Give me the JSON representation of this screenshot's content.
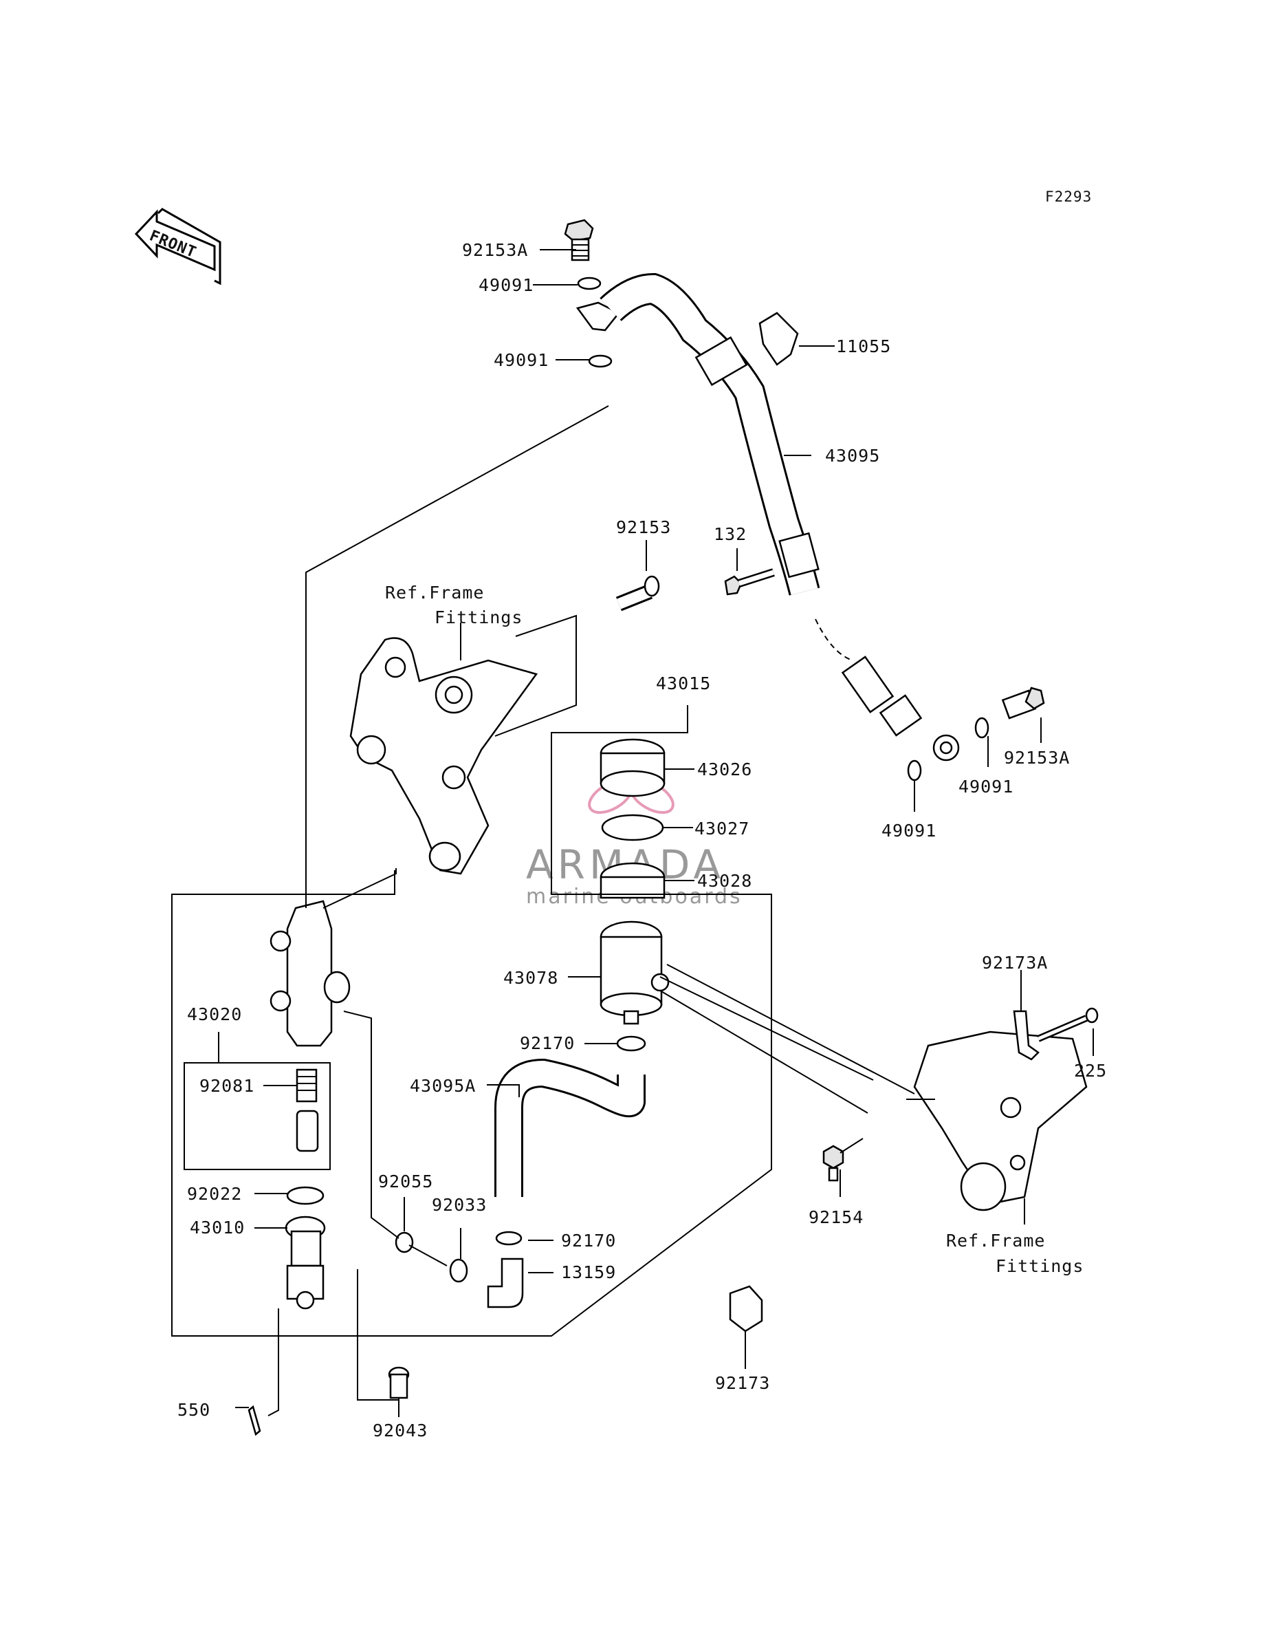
{
  "diagram_code": "F2293",
  "front_label": "FRONT",
  "watermark": {
    "brand": "ARMADA",
    "tagline": "marine outboards"
  },
  "callouts": {
    "p92153A_top": "92153A",
    "p49091_a": "49091",
    "p49091_b": "49091",
    "p11055": "11055",
    "p43095": "43095",
    "p92153": "92153",
    "p132": "132",
    "ref_frame_left_1": "Ref.Frame",
    "ref_frame_left_2": "Fittings",
    "p43015": "43015",
    "p43026": "43026",
    "p43027": "43027",
    "p43028": "43028",
    "p92153A_right": "92153A",
    "p49091_c": "49091",
    "p49091_d": "49091",
    "p43078": "43078",
    "p92170_a": "92170",
    "p43095A": "43095A",
    "p43020": "43020",
    "p92081": "92081",
    "p92022": "92022",
    "p43010": "43010",
    "p92055": "92055",
    "p92033": "92033",
    "p92170_b": "92170",
    "p13159": "13159",
    "p92173A": "92173A",
    "p225": "225",
    "p92154": "92154",
    "ref_frame_right_1": "Ref.Frame",
    "ref_frame_right_2": "Fittings",
    "p92173": "92173",
    "p550": "550",
    "p92043": "92043"
  }
}
